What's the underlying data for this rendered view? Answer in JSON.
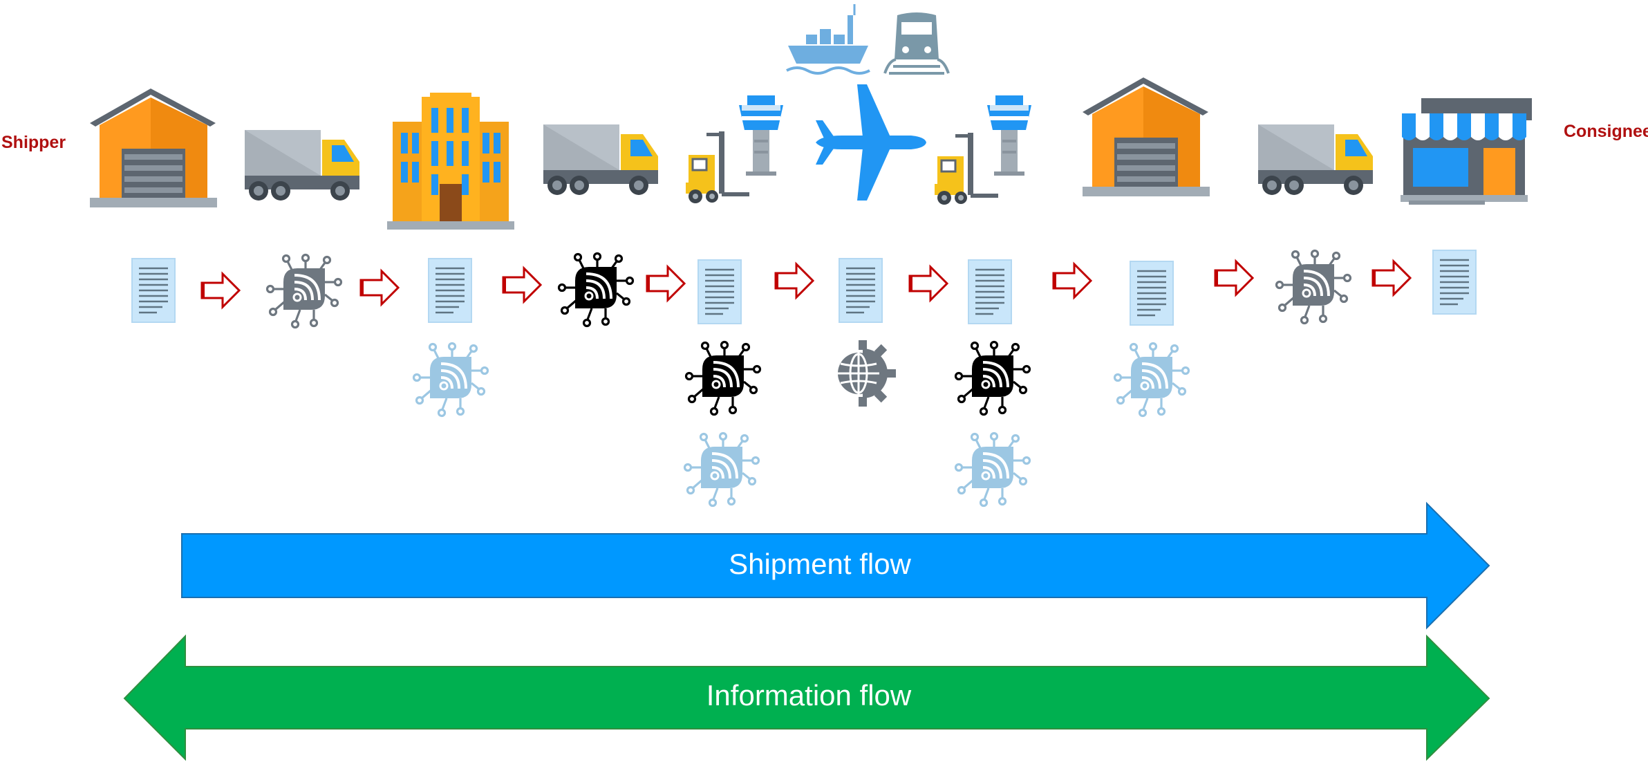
{
  "labels": {
    "shipper": "Shipper",
    "consignee": "Consignee"
  },
  "arrows": {
    "shipment_flow": "Shipment flow",
    "information_flow": "Information flow"
  },
  "icons": {
    "top_row": [
      "warehouse-icon",
      "truck-icon",
      "office-building-icon",
      "truck-icon",
      "forklift-icon",
      "control-tower-icon",
      "cargo-ship-icon",
      "train-icon",
      "airplane-icon",
      "forklift-icon",
      "control-tower-icon",
      "warehouse-icon",
      "truck-icon",
      "store-icon"
    ],
    "process_row": [
      "document-icon",
      "iot-chip-icon",
      "document-icon",
      "iot-chip-icon",
      "document-icon",
      "document-icon",
      "document-icon",
      "document-icon",
      "iot-chip-icon",
      "document-icon"
    ],
    "secondary_rows": [
      "iot-chip-icon",
      "iot-chip-icon",
      "globe-gear-icon",
      "iot-chip-icon",
      "iot-chip-icon",
      "iot-chip-icon",
      "iot-chip-icon"
    ]
  },
  "colors": {
    "shipment_arrow": "#0098ff",
    "information_arrow": "#00b050",
    "end_labels": "#b01010",
    "process_arrow": "#c00000",
    "warehouse_orange": "#ff9a1f",
    "truck_gray": "#a8b0b8",
    "truck_yellow": "#f5c21b",
    "document_blue": "#c9e6fa",
    "chip_dark": "#6e7780",
    "chip_black": "#000000",
    "chip_light": "#9cc7e3",
    "airplane_blue": "#2196f3"
  }
}
